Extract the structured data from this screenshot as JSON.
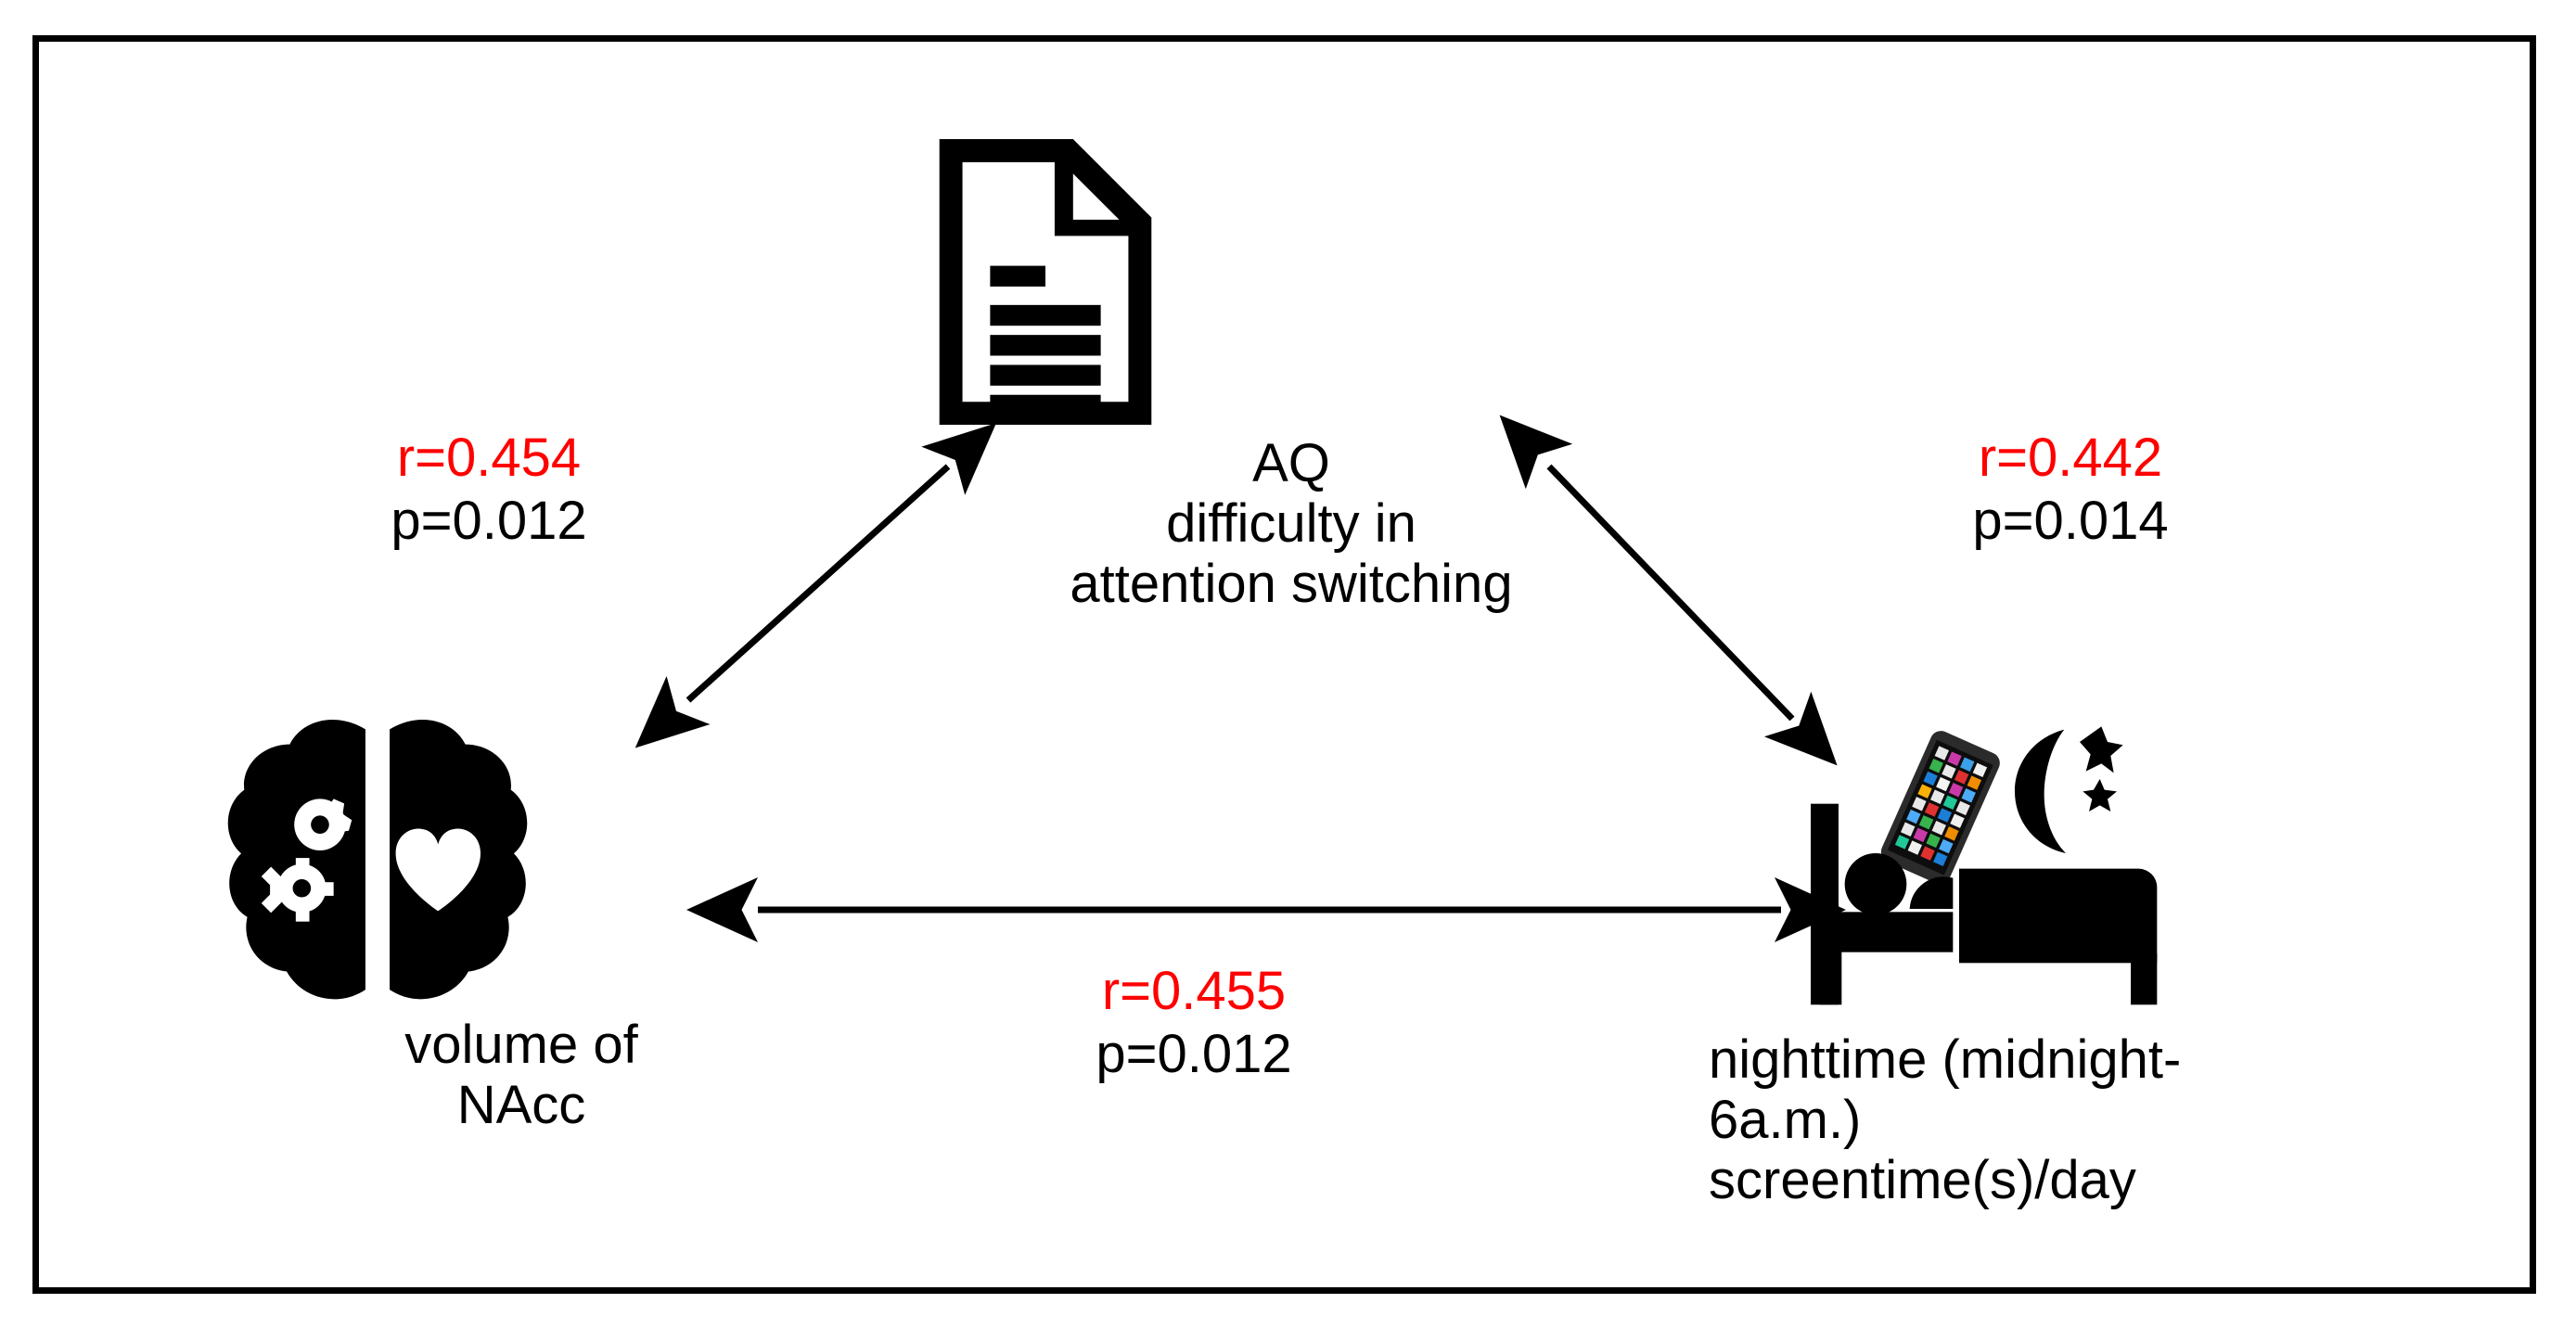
{
  "figure": {
    "border_color": "#000000",
    "background": "#ffffff",
    "accent_color": "#ff0000",
    "text_color": "#000000"
  },
  "nodes": [
    {
      "id": "aq",
      "icon": "document-icon",
      "label": "AQ\ndifficulty in\nattention switching",
      "align": "center"
    },
    {
      "id": "nacc",
      "icon": "brain-icon",
      "label": "volume of\nNAcc",
      "align": "center"
    },
    {
      "id": "screentime",
      "icon": "person-in-bed-with-phone-icon",
      "label": "nighttime (midnight-\n6a.m.)\nscreentime(s)/day",
      "align": "left"
    }
  ],
  "edges": [
    {
      "id": "nacc-aq",
      "from": "nacc",
      "to": "aq",
      "arrow": "double",
      "r": "r=0.454",
      "p": "p=0.012"
    },
    {
      "id": "aq-screentime",
      "from": "aq",
      "to": "screentime",
      "arrow": "double",
      "r": "r=0.442",
      "p": "p=0.014"
    },
    {
      "id": "nacc-screentime",
      "from": "nacc",
      "to": "screentime",
      "arrow": "double",
      "r": "r=0.455",
      "p": "p=0.012"
    }
  ],
  "chart_data": {
    "type": "diagram",
    "title": "",
    "nodes": [
      "volume of NAcc",
      "AQ difficulty in attention switching",
      "nighttime (midnight-6a.m.) screentime(s)/day"
    ],
    "edges": [
      {
        "source": "volume of NAcc",
        "target": "AQ difficulty in attention switching",
        "r": 0.454,
        "p": 0.012
      },
      {
        "source": "AQ difficulty in attention switching",
        "target": "nighttime (midnight-6a.m.) screentime(s)/day",
        "r": 0.442,
        "p": 0.014
      },
      {
        "source": "volume of NAcc",
        "target": "nighttime (midnight-6a.m.) screentime(s)/day",
        "r": 0.455,
        "p": 0.012
      }
    ]
  }
}
